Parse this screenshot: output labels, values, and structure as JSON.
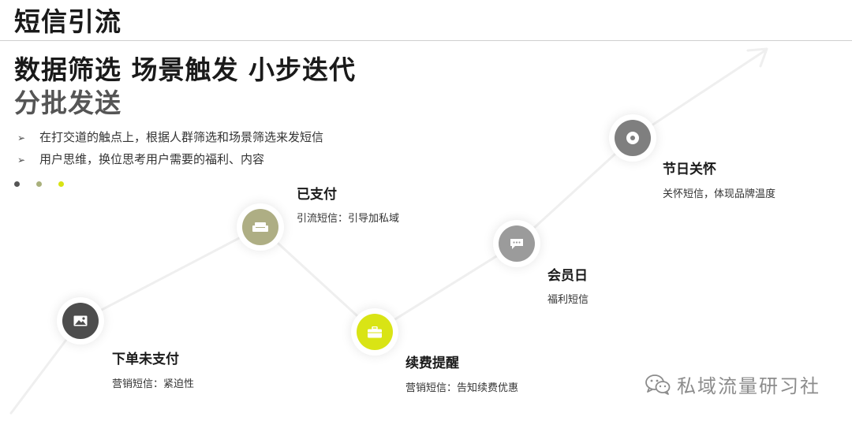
{
  "page": {
    "title": "短信引流",
    "headline_line1": "数据筛选 场景触发 小步迭代",
    "headline_line2": "分批发送",
    "bullets": [
      "在打交道的触点上，根据人群筛选和场景筛选来发短信",
      "用户思维，换位思考用户需要的福利、内容"
    ],
    "bullet_marker": "➢",
    "dot_colors": [
      "#555555",
      "#a9b07c",
      "#d8e313"
    ]
  },
  "nodes": [
    {
      "id": "unpaid",
      "label": "下单未支付",
      "desc": "营销短信：紧迫性",
      "color": "#4d4d4d",
      "icon": "image-icon"
    },
    {
      "id": "paid",
      "label": "已支付",
      "desc": "引流短信：引导加私域",
      "color": "#aeae84",
      "icon": "sofa-icon"
    },
    {
      "id": "renewal",
      "label": "续费提醒",
      "desc": "营销短信：告知续费优惠",
      "color": "#d9e415",
      "icon": "briefcase-icon"
    },
    {
      "id": "member-day",
      "label": "会员日",
      "desc": "福利短信",
      "color": "#9b9b9b",
      "icon": "chat-icon"
    },
    {
      "id": "holiday",
      "label": "节日关怀",
      "desc": "关怀短信，体现品牌温度",
      "color": "#7f7f7f",
      "icon": "record-icon"
    }
  ],
  "watermark": {
    "text": "私域流量研习社",
    "icon": "wechat-icon"
  }
}
